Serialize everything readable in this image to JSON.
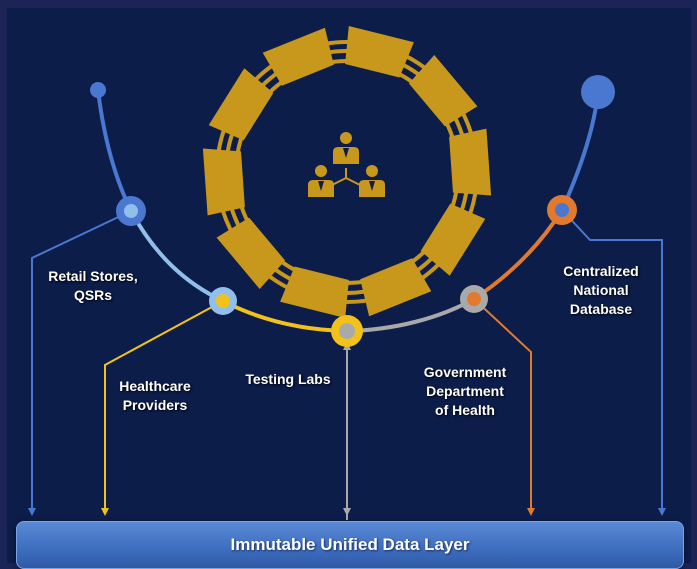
{
  "colors": {
    "frame": "#1c2457",
    "background": "#0c1d4a",
    "gold": "#c7981c",
    "blue_light": "#8fbfea",
    "blue": "#4a78d0",
    "yellow": "#f2c21a",
    "gray": "#a9a9a9",
    "orange": "#e27a2e",
    "bar_blue": "#4a7cc8"
  },
  "icons": {
    "center": "people-network-icon"
  },
  "nodes": [
    {
      "id": "retail",
      "label": "Retail Stores,\nQSRs",
      "color": "#8fbfea"
    },
    {
      "id": "healthcare",
      "label": "Healthcare\nProviders",
      "color": "#f2c21a"
    },
    {
      "id": "labs",
      "label": "Testing Labs",
      "color": "#a9a9a9"
    },
    {
      "id": "government",
      "label": "Government\nDepartment\nof Health",
      "color": "#e27a2e"
    },
    {
      "id": "database",
      "label": "Centralized\nNational\nDatabase",
      "color": "#4a78d0"
    }
  ],
  "data_layer": {
    "label": "Immutable Unified Data Layer"
  }
}
